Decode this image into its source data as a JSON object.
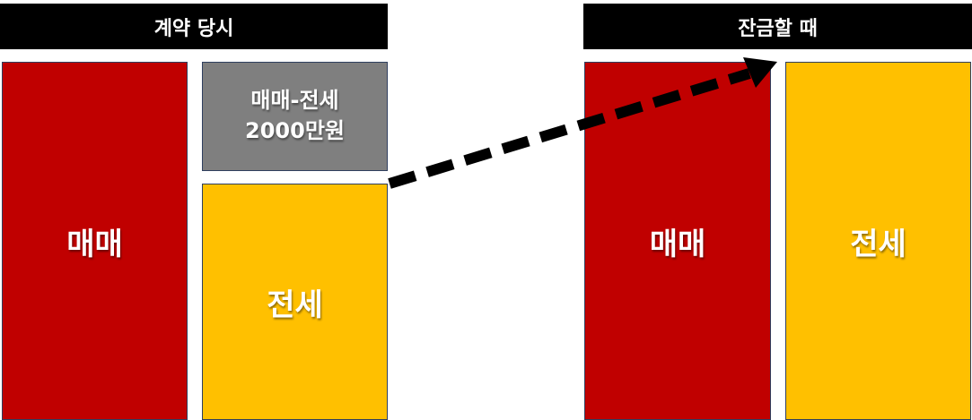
{
  "left_section": {
    "title": "계약 당시",
    "sale_label": "매매",
    "gap_line1": "매매-전세",
    "gap_line2": "2000만원",
    "jeonse_label": "전세"
  },
  "right_section": {
    "title": "잔금할 때",
    "sale_label": "매매",
    "jeonse_label": "전세"
  },
  "colors": {
    "sale": "#c00000",
    "jeonse": "#ffc000",
    "gap": "#7f7f7f",
    "header": "#000000"
  }
}
